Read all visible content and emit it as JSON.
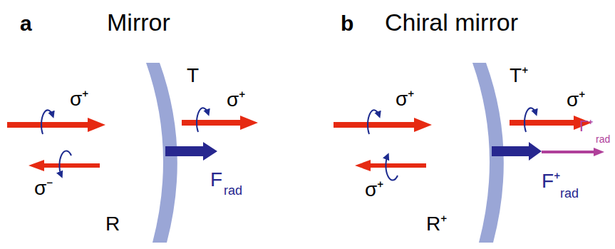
{
  "diagram": {
    "labels": [
      "a",
      "Mirror",
      "σ⁺",
      "σ⁻",
      "T",
      "σ⁺",
      "F",
      "rad",
      "R",
      "b",
      "Chiral mirror",
      "σ⁺",
      "σ⁺",
      "T⁺",
      "σ⁺",
      "Γ⁺",
      "rad",
      "F⁺",
      "rad",
      "R⁺"
    ]
  }
}
